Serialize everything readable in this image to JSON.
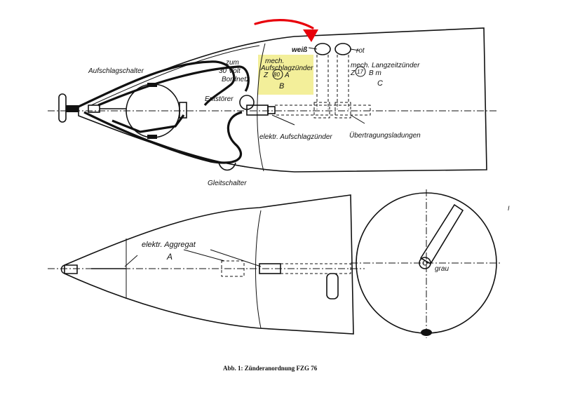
{
  "labels": {
    "aufschlagschalter": "Aufschlagschalter",
    "weiss": "weiß",
    "rot": "rot",
    "mech1": "mech.",
    "aufschlagzuender": "Aufschlagzünder",
    "z_a": "Z",
    "num_80": "80",
    "a_letter": "A",
    "b_letter": "B",
    "mech_langzeit": "mech. Langzeitzünder",
    "z_b": "Z",
    "num_17": "17",
    "bm": "B m",
    "c_letter": "C",
    "zum": "zum",
    "volt": "30 Volt",
    "bordnetz": "Bordnetz",
    "entstoerer": "Entstörer",
    "elektr_aufschlag": "elektr. Aufschlagzünder",
    "uebertragung": "Übertragungsladungen",
    "gleitschalter": "Gleitschalter",
    "elektr_aggregat": "elektr. Aggregat",
    "a_bottom": "A",
    "grau": "grau",
    "caption": "Abb. 1: Zünderanordnung FZG 76",
    "roman_one": "I"
  },
  "colors": {
    "highlight": "#f3ef9a",
    "arrow": "#e8000a",
    "ink": "#111111"
  }
}
